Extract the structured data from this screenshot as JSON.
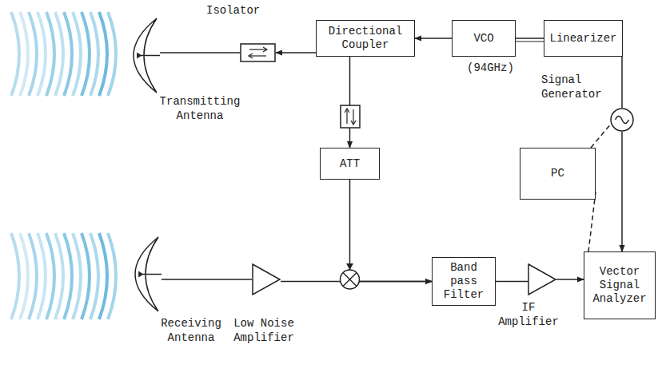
{
  "diagram": {
    "nodes": [
      {
        "text": [
          "Transmitting Antenna"
        ]
      },
      {
        "text": [
          "Isolator"
        ]
      },
      {
        "text": [
          "Directional Coupler"
        ]
      },
      {
        "text": [
          "VCO",
          "(94GHz)"
        ]
      },
      {
        "text": [
          "Linearizer"
        ]
      },
      {
        "text": [
          "Signal Generator"
        ]
      },
      {
        "text": [
          "PC"
        ]
      },
      {
        "text": [
          "ATT"
        ]
      },
      {
        "text": [
          "Receiving Antenna"
        ]
      },
      {
        "text": [
          "Low Noise Amplifier"
        ]
      },
      {
        "text": [
          "Band pass Filter"
        ]
      },
      {
        "text": [
          "IF Amplifier"
        ]
      },
      {
        "text": [
          "Vector Signal Analyzer"
        ]
      }
    ],
    "edges": [
      {
        "from": 2,
        "to": 1,
        "arrow": "to"
      },
      {
        "from": 1,
        "to": 0,
        "arrow": "none"
      },
      {
        "from": 3,
        "to": 2,
        "arrow": "to"
      },
      {
        "from": 4,
        "to": 3,
        "arrow": "none"
      },
      {
        "from": 4,
        "to": 5,
        "arrow": "none"
      },
      {
        "from": 5,
        "to": 12,
        "arrow": "to"
      },
      {
        "from": 6,
        "to": 5,
        "arrow": "none"
      },
      {
        "from": 6,
        "to": 12,
        "arrow": "none"
      },
      {
        "from": 2,
        "to": 7,
        "arrow": "to"
      },
      {
        "from": 8,
        "to": 9,
        "arrow": "none"
      },
      {
        "from": 9,
        "to": 10,
        "arrow": "to"
      },
      {
        "from": 7,
        "to": 10,
        "arrow": "to"
      },
      {
        "from": 10,
        "to": 11,
        "arrow": "none"
      },
      {
        "from": 11,
        "to": 12,
        "arrow": "to"
      }
    ]
  }
}
